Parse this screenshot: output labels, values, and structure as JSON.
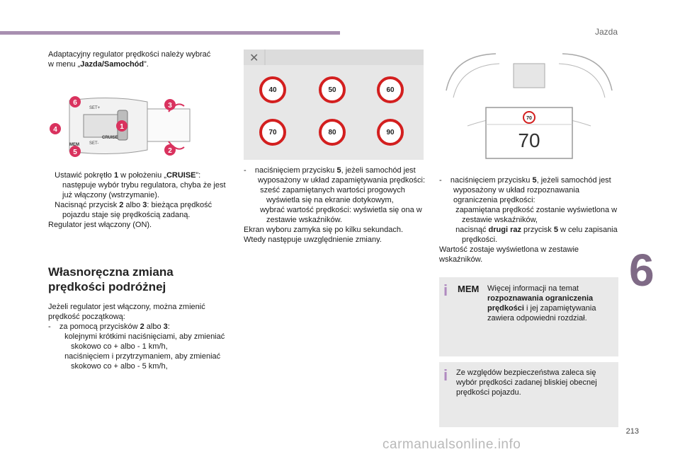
{
  "header": {
    "section": "Jazda",
    "chapter": "6",
    "page": "213"
  },
  "watermark": "carmanualsonline.info",
  "col1": {
    "intro_a": "Adaptacyjny regulator prędkości należy wybrać",
    "intro_b": "w menu „",
    "intro_bold": "Jazda/Samochód",
    "intro_c": "”.",
    "stalk_labels": {
      "cruise": "CRUISE",
      "mem": "MEM",
      "set_plus": "SET+",
      "set_minus": "SET-"
    },
    "callouts": [
      "1",
      "2",
      "3",
      "4",
      "5",
      "6"
    ],
    "b1_sym": "",
    "b1_a": "Ustawić pokrętło ",
    "b1_num": "1",
    "b1_b": " w położeniu „",
    "b1_bold": "CRUISE",
    "b1_c": "”: następuje wybór trybu regulatora, chyba że jest już włączony (wstrzymanie).",
    "b2_sym": "",
    "b2_a": "Nacisnąć przycisk ",
    "b2_n1": "2",
    "b2_b": " albo ",
    "b2_n2": "3",
    "b2_c": ": bieżąca prędkość pojazdu staje się prędkością zadaną.",
    "note": "Regulator jest włączony (ON).",
    "heading_1": "Własnoręczna zmiana",
    "heading_2": "prędkości podróżnej",
    "p2": "Jeżeli regulator jest włączony, można zmienić prędkość początkową:",
    "d1_dash": "-",
    "d1_a": "za pomocą przycisków ",
    "d1_n1": "2",
    "d1_b": " albo ",
    "d1_n2": "3",
    "d1_c": ":",
    "s1_sym": "",
    "s1": "kolejnymi krótkimi naciśnięciami, aby zmieniać skokowo co + albo - 1 km/h,",
    "s2_sym": "",
    "s2": "naciśnięciem i przytrzymaniem, aby zmieniać skokowo co + albo - 5 km/h,"
  },
  "signs": [
    "40",
    "50",
    "60",
    "70",
    "80",
    "90"
  ],
  "close_symbol": "✕",
  "col2": {
    "d_dash": "-",
    "d_a": "naciśnięciem przycisku ",
    "d_num": "5",
    "d_b": ", jeżeli samochód jest wyposażony w układ zapamiętywania prędkości:",
    "s1_sym": "",
    "s1": "sześć zapamiętanych wartości progowych wyświetla się na ekranie dotykowym,",
    "s2_sym": "",
    "s2": "wybrać wartość prędkości: wyświetla się ona w zestawie wskaźników.",
    "p1": "Ekran wyboru zamyka się po kilku sekundach. Wtedy następuje uwzględnienie zmiany."
  },
  "cluster": {
    "sign_value": "70",
    "big_value": "70"
  },
  "col3": {
    "d_dash": "-",
    "d_a": "naciśnięciem przycisku ",
    "d_num": "5",
    "d_b": ", jeżeli samochód jest wyposażony w układ rozpoznawania ograniczenia prędkości:",
    "s1_sym": "",
    "s1": "zapamiętana prędkość zostanie wyświetlona w zestawie wskaźników,",
    "s2_sym": "",
    "s2_a": "nacisnąć ",
    "s2_bold": "drugi raz",
    "s2_b": " przycisk ",
    "s2_num": "5",
    "s2_c": " w celu zapisania prędkości.",
    "p1": "Wartość zostaje wyświetlona w zestawie wskaźników."
  },
  "info1": {
    "icon": "i",
    "badge": "MEM",
    "a": "Więcej informacji na temat ",
    "bold": "rozpoznawania ograniczenia prędkości",
    "b": " i jej zapamiętywania zawiera odpowiedni rozdział."
  },
  "info2": {
    "icon": "i",
    "text": "Ze względów bezpieczeństwa zaleca się wybór prędkości zadanej bliskiej obecnej prędkości pojazdu."
  },
  "colors": {
    "accent": "#a88fb0",
    "callout": "#d9325e",
    "sign_border": "#d31f1f",
    "box_bg": "#e9e9e9"
  }
}
